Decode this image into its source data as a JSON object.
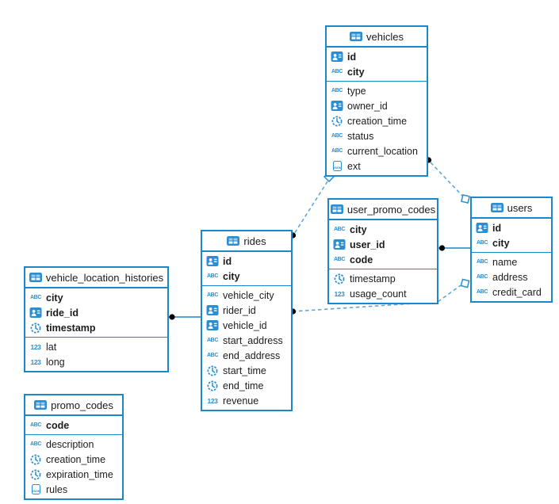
{
  "icons": {
    "text": "ABC",
    "number": "123",
    "json": "JSON"
  },
  "colors": {
    "border": "#1b86c8",
    "icon": "#2b8ed3",
    "dashed_line": "#5fa7da",
    "dot": "#000000",
    "background": "#ffffff"
  },
  "tables": {
    "vehicles": {
      "title": "vehicles",
      "pk": [
        {
          "label": "id",
          "type": "id"
        },
        {
          "label": "city",
          "type": "text"
        }
      ],
      "cols": [
        {
          "label": "type",
          "type": "text"
        },
        {
          "label": "owner_id",
          "type": "id"
        },
        {
          "label": "creation_time",
          "type": "timestamp"
        },
        {
          "label": "status",
          "type": "text"
        },
        {
          "label": "current_location",
          "type": "text"
        },
        {
          "label": "ext",
          "type": "json"
        }
      ]
    },
    "user_promo_codes": {
      "title": "user_promo_codes",
      "pk": [
        {
          "label": "city",
          "type": "text"
        },
        {
          "label": "user_id",
          "type": "id"
        },
        {
          "label": "code",
          "type": "text"
        }
      ],
      "cols": [
        {
          "label": "timestamp",
          "type": "timestamp"
        },
        {
          "label": "usage_count",
          "type": "number"
        }
      ]
    },
    "users": {
      "title": "users",
      "pk": [
        {
          "label": "id",
          "type": "id"
        },
        {
          "label": "city",
          "type": "text"
        }
      ],
      "cols": [
        {
          "label": "name",
          "type": "text"
        },
        {
          "label": "address",
          "type": "text"
        },
        {
          "label": "credit_card",
          "type": "text"
        }
      ]
    },
    "rides": {
      "title": "rides",
      "pk": [
        {
          "label": "id",
          "type": "id"
        },
        {
          "label": "city",
          "type": "text"
        }
      ],
      "cols": [
        {
          "label": "vehicle_city",
          "type": "text"
        },
        {
          "label": "rider_id",
          "type": "id"
        },
        {
          "label": "vehicle_id",
          "type": "id"
        },
        {
          "label": "start_address",
          "type": "text"
        },
        {
          "label": "end_address",
          "type": "text"
        },
        {
          "label": "start_time",
          "type": "timestamp"
        },
        {
          "label": "end_time",
          "type": "timestamp"
        },
        {
          "label": "revenue",
          "type": "number"
        }
      ]
    },
    "vehicle_location_histories": {
      "title": "vehicle_location_histories",
      "pk": [
        {
          "label": "city",
          "type": "text"
        },
        {
          "label": "ride_id",
          "type": "id"
        },
        {
          "label": "timestamp",
          "type": "timestamp"
        }
      ],
      "cols": [
        {
          "label": "lat",
          "type": "number"
        },
        {
          "label": "long",
          "type": "number"
        }
      ]
    },
    "promo_codes": {
      "title": "promo_codes",
      "pk": [
        {
          "label": "code",
          "type": "text"
        }
      ],
      "cols": [
        {
          "label": "description",
          "type": "text"
        },
        {
          "label": "creation_time",
          "type": "timestamp"
        },
        {
          "label": "expiration_time",
          "type": "timestamp"
        },
        {
          "label": "rules",
          "type": "json"
        }
      ]
    }
  },
  "relations": [
    {
      "from": "vehicles",
      "to": "rides",
      "line": "dashed"
    },
    {
      "from": "vehicles",
      "to": "users",
      "line": "dashed"
    },
    {
      "from": "rides",
      "to": "users",
      "line": "dashed"
    },
    {
      "from": "vehicle_location_histories",
      "to": "rides",
      "line": "solid"
    },
    {
      "from": "user_promo_codes",
      "to": "users",
      "line": "solid"
    }
  ]
}
